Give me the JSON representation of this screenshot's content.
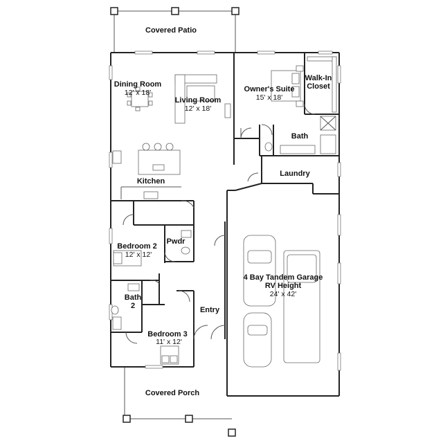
{
  "rooms": {
    "covered_patio": {
      "name": "Covered Patio"
    },
    "dining_room": {
      "name": "Dining Room",
      "size": "12' x 18'"
    },
    "living_room": {
      "name": "Living Room",
      "size": "12' x 18'"
    },
    "owners_suite": {
      "name": "Owner's Suite",
      "size": "15' x 18'"
    },
    "walk_in_closet": {
      "name_line1": "Walk-In",
      "name_line2": "Closet"
    },
    "owners_bath": {
      "name": "Bath"
    },
    "kitchen": {
      "name": "Kitchen"
    },
    "laundry": {
      "name": "Laundry"
    },
    "pwdr": {
      "name": "Pwdr"
    },
    "bedroom_2": {
      "name": "Bedroom 2",
      "size": "12' x 12'"
    },
    "bath_2": {
      "name_line1": "Bath",
      "name_line2": "2"
    },
    "entry": {
      "name": "Entry"
    },
    "bedroom_3": {
      "name": "Bedroom 3",
      "size": "11' x 12'"
    },
    "garage": {
      "name_line1": "4 Bay Tandem Garage",
      "name_line2": "RV Height",
      "size": "24' x 42'"
    },
    "covered_porch": {
      "name": "Covered Porch"
    }
  },
  "colors": {
    "wall": "#222222",
    "background": "#ffffff",
    "fixture": "#666666"
  }
}
